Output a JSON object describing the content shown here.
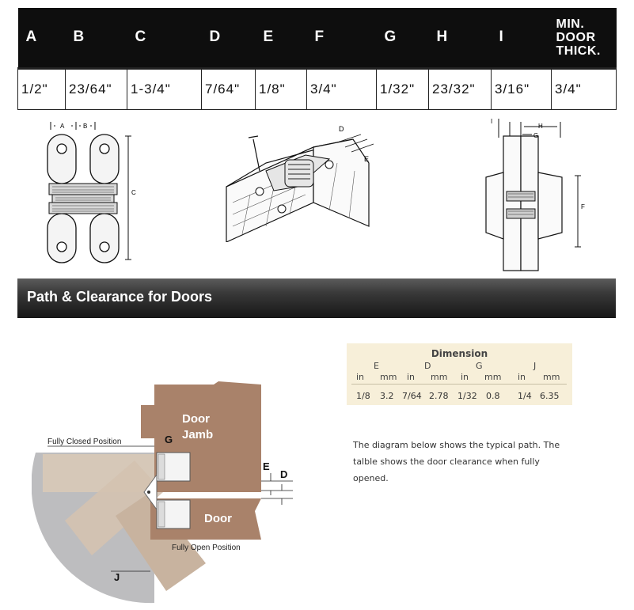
{
  "spec_table": {
    "headers": [
      "A",
      "B",
      "C",
      "D",
      "E",
      "F",
      "G",
      "H",
      "I"
    ],
    "last_header_lines": [
      "MIN.",
      "DOOR",
      "THICK."
    ],
    "values": [
      "1/2\"",
      "23/64\"",
      "1-3/4\"",
      "7/64\"",
      "1/8\"",
      "3/4\"",
      "1/32\"",
      "23/32\"",
      "3/16\"",
      "3/4\""
    ]
  },
  "drawings": {
    "front": {
      "label_a": "A",
      "label_b": "B",
      "label_c": "C"
    },
    "installed": {
      "label_d": "D",
      "label_e": "E"
    },
    "side": {
      "label_i": "I",
      "label_h": "H",
      "label_g": "G",
      "label_f": "F"
    }
  },
  "section": {
    "title": "Path & Clearance for Doors"
  },
  "dimension_table": {
    "title": "Dimension",
    "letters": [
      "E",
      "D",
      "G",
      "J"
    ],
    "units": [
      "in",
      "mm",
      "in",
      "mm",
      "in",
      "mm",
      "in",
      "mm"
    ],
    "values": [
      "1/8",
      "3.2",
      "7/64",
      "2.78",
      "1/32",
      "0.8",
      "1/4",
      "6.35"
    ]
  },
  "caption": {
    "lines": [
      "The diagram below shows the typical path. The",
      "talble shows the door clearance when fully",
      "opened."
    ]
  },
  "clearance_diagram": {
    "door_jamb_line1": "Door",
    "door_jamb_line2": "Jamb",
    "door_label": "Door",
    "fully_closed": "Fully Closed Position",
    "fully_open": "Fully Open Position",
    "label_g": "G",
    "label_e": "E",
    "label_d": "D",
    "label_j": "J"
  },
  "colors": {
    "wood": "#a9826a",
    "wood_light": "#c3ad98",
    "door_ghost": "#ded2c4",
    "circle": "#bdbdbf",
    "table_bg": "#f7efd9",
    "header_bg": "#0e0e0e"
  }
}
